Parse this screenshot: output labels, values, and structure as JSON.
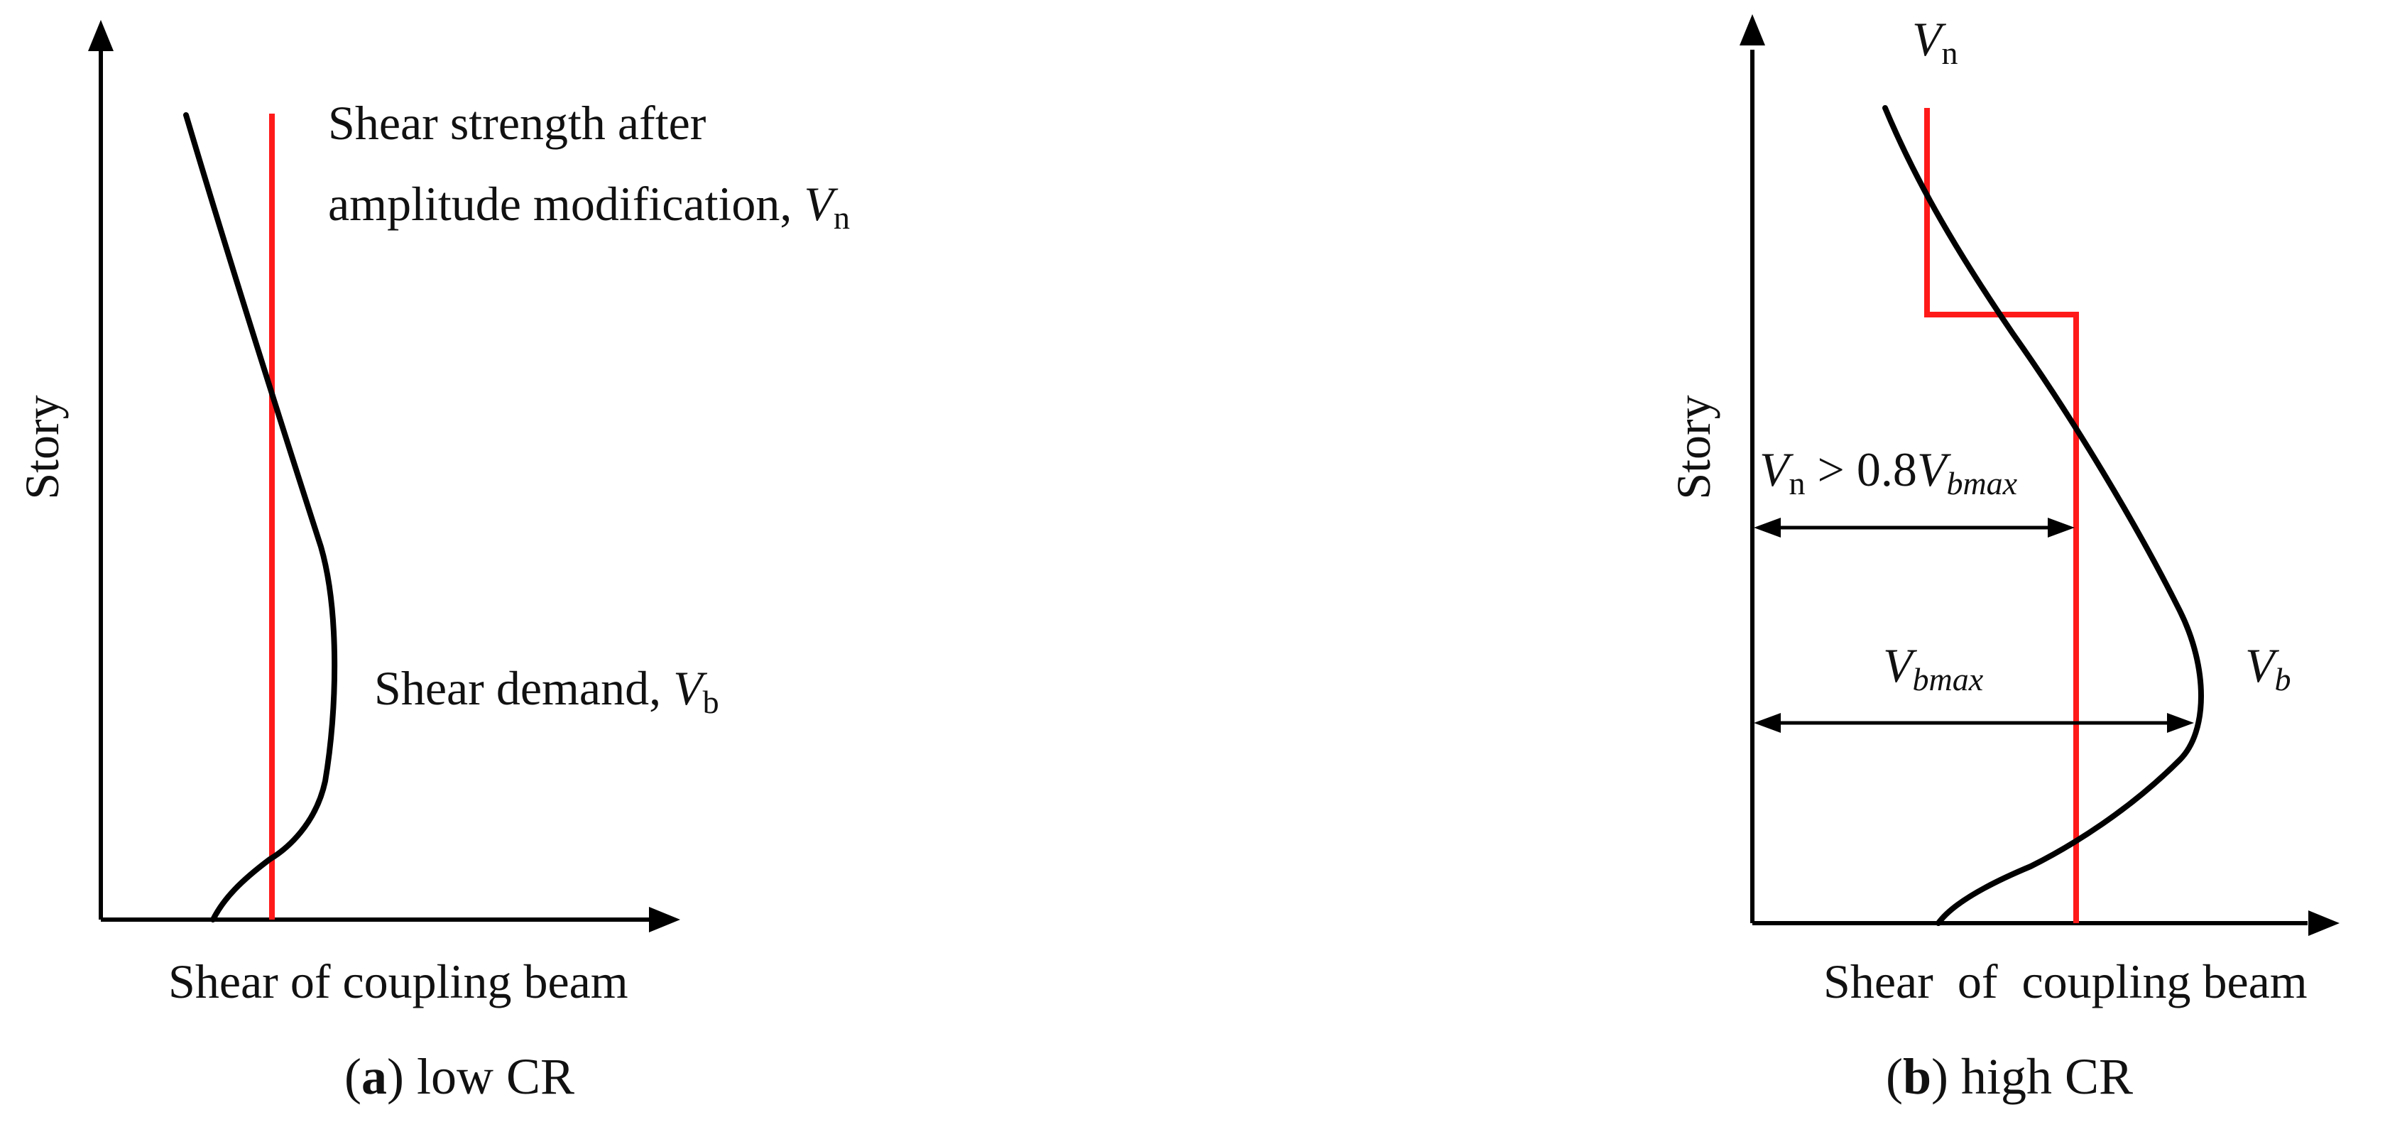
{
  "panel_a": {
    "y_axis_label": "Story",
    "x_axis_label": "Shear of coupling beam",
    "strength_label_line1": "Shear strength after",
    "strength_label_line2": "amplitude modification, ",
    "strength_symbol": "V",
    "strength_subscript": "n",
    "demand_label": "Shear demand, ",
    "demand_symbol": "V",
    "demand_subscript": "b",
    "caption_letter": "a",
    "caption_text": " low CR"
  },
  "panel_b": {
    "y_axis_label": "Story",
    "x_axis_label": "Shear  of  coupling beam",
    "strength_symbol": "V",
    "strength_subscript": "n",
    "condition_lhs_symbol": "V",
    "condition_lhs_subscript": "n",
    "condition_operator": " > 0.8",
    "condition_rhs_symbol": "V",
    "condition_rhs_subscript": "bmax",
    "vbmax_symbol": "V",
    "vbmax_subscript": "bmax",
    "demand_symbol": "V",
    "demand_subscript": "b",
    "caption_letter": "b",
    "caption_text": " high CR"
  },
  "colors": {
    "strength_line": "#ff1a1a",
    "demand_curve": "#000000",
    "axes": "#000000"
  }
}
